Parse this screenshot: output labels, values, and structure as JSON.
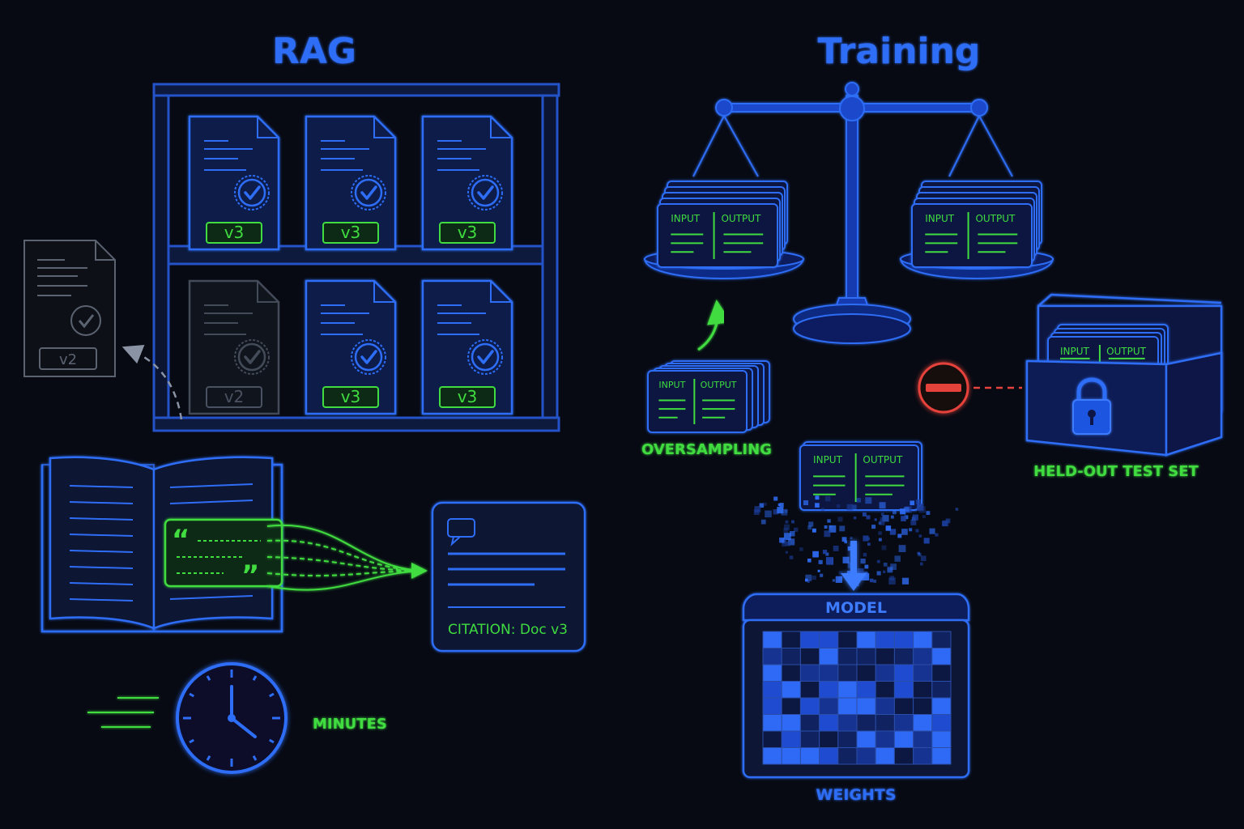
{
  "left": {
    "title": "RAG",
    "shelf_versions": [
      "v3",
      "v3",
      "v3",
      "v2",
      "v3",
      "v3"
    ],
    "outdated_doc_version": "v2",
    "citation_label": "CITATION: Doc v3",
    "time_label": "MINUTES"
  },
  "right": {
    "title": "Training",
    "card_input": "INPUT",
    "card_output": "OUTPUT",
    "oversampling_label": "OVERSAMPLING",
    "heldout_label": "HELD-OUT TEST SET",
    "model_label": "MODEL",
    "weights_label": "WEIGHTS"
  },
  "colors": {
    "blue": "#2f6df6",
    "light_blue": "#3d7bff",
    "green": "#3fdc3f",
    "gray": "#5b6270",
    "red": "#e5433b",
    "background": "#070a13"
  },
  "icons": [
    "document-icon",
    "checkmark-badge-icon",
    "open-book-icon",
    "quote-icon",
    "chat-bubble-icon",
    "clock-icon",
    "balance-scale-icon",
    "card-stack-icon",
    "lock-icon",
    "no-entry-icon",
    "arrow-down-icon",
    "curved-arrow-icon",
    "dashed-arrow-icon"
  ]
}
